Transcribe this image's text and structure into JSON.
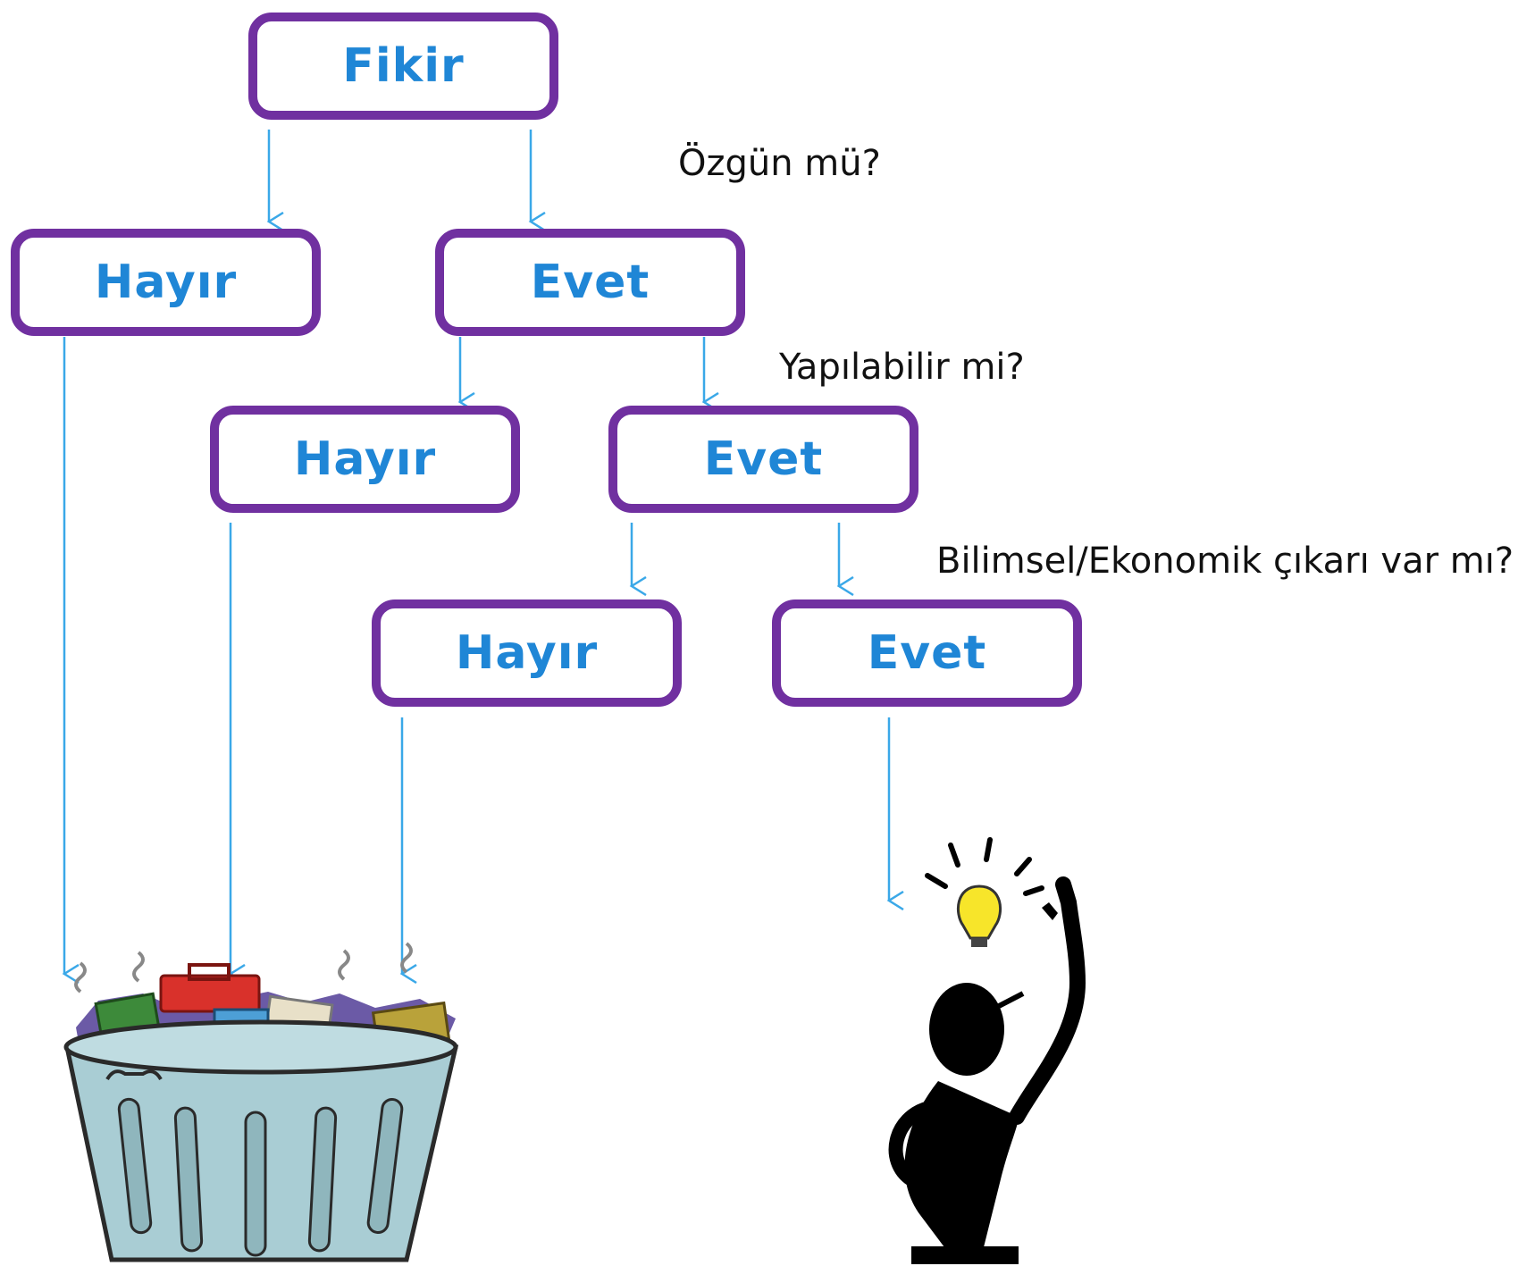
{
  "nodes": {
    "fikir": "Fikir",
    "hayir_1": "Hayır",
    "evet_1": "Evet",
    "hayir_2": "Hayır",
    "evet_2": "Evet",
    "hayir_3": "Hayır",
    "evet_3": "Evet"
  },
  "questions": {
    "q1": "Özgün mü?",
    "q2": "Yapılabilir mi?",
    "q3": "Bilimsel/Ekonomik çıkarı var mı?"
  },
  "colors": {
    "box_border": "#7030a0",
    "box_text": "#1f86d6",
    "arrow": "#3aa8e8"
  },
  "images": {
    "left": "trash-bin-illustration",
    "right": "stick-figure-idea-lightbulb-illustration"
  }
}
